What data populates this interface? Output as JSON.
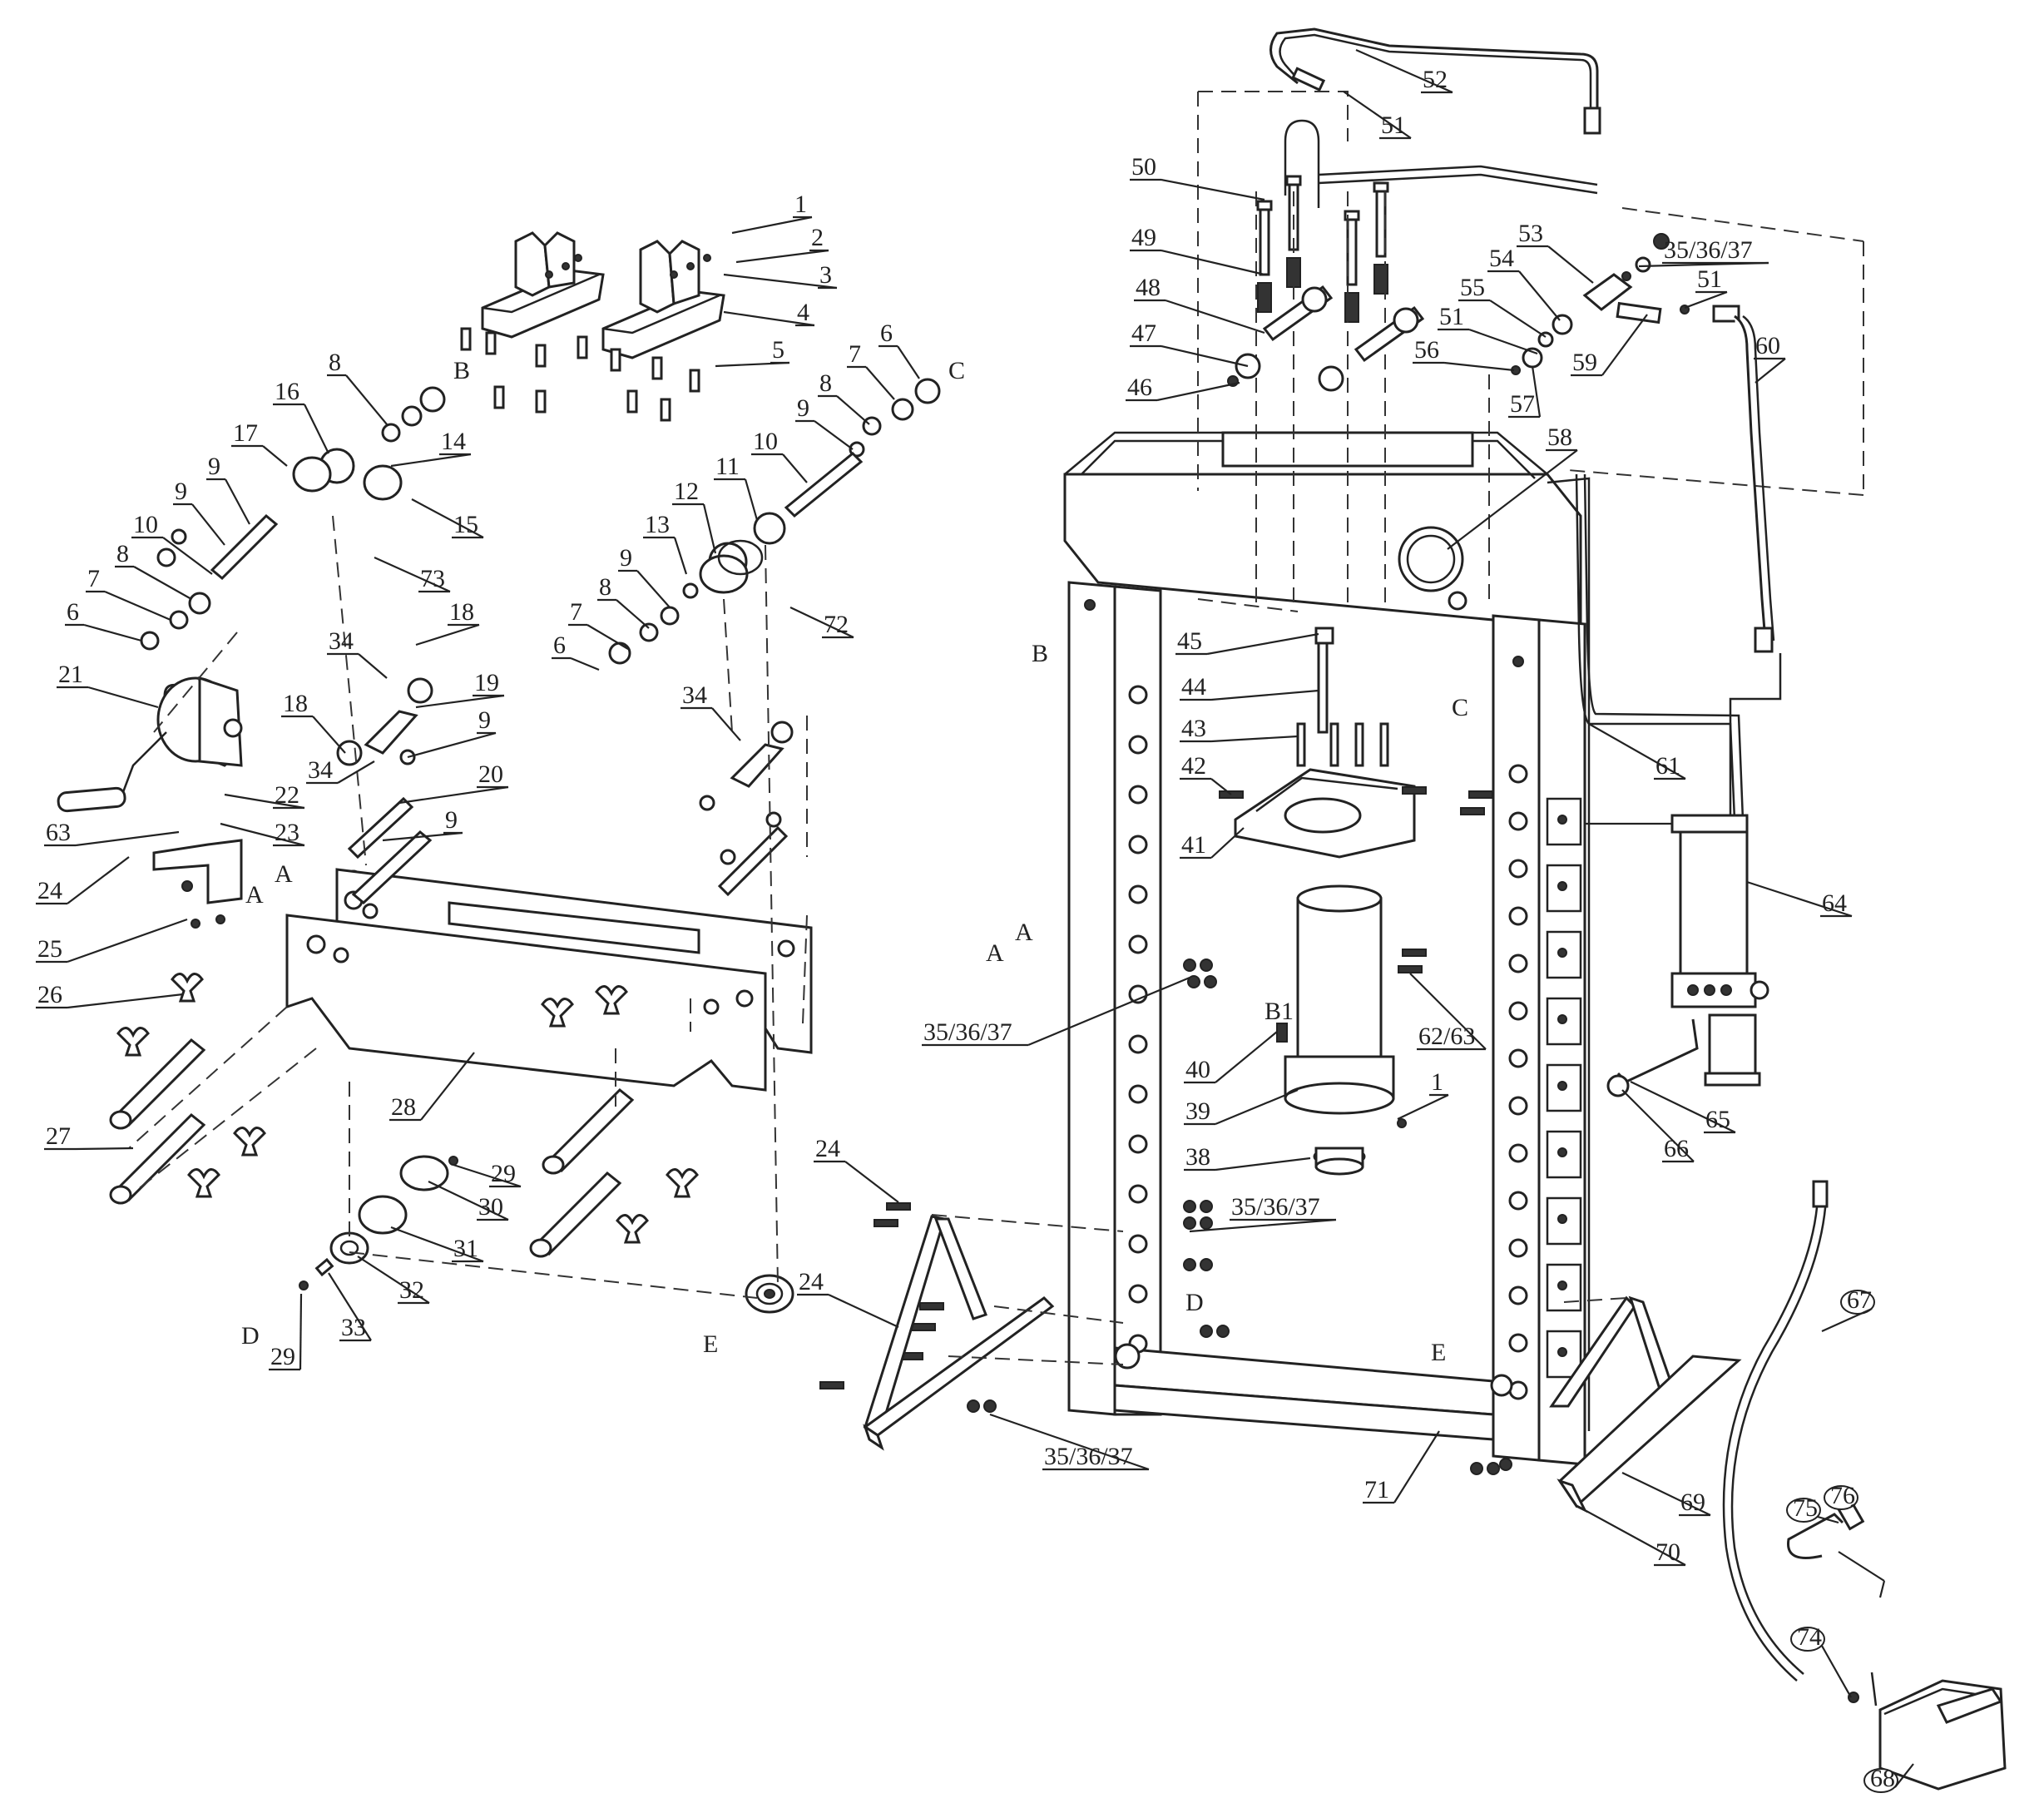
{
  "diagram": {
    "labels": [
      {
        "id": "1a",
        "text": "1"
      },
      {
        "id": "2",
        "text": "2"
      },
      {
        "id": "3",
        "text": "3"
      },
      {
        "id": "4",
        "text": "4"
      },
      {
        "id": "5",
        "text": "5"
      },
      {
        "id": "6a",
        "text": "6"
      },
      {
        "id": "Ca",
        "text": "C"
      },
      {
        "id": "7a",
        "text": "7"
      },
      {
        "id": "8a",
        "text": "8"
      },
      {
        "id": "9a",
        "text": "9"
      },
      {
        "id": "10a",
        "text": "10"
      },
      {
        "id": "11",
        "text": "11"
      },
      {
        "id": "12",
        "text": "12"
      },
      {
        "id": "13",
        "text": "13"
      },
      {
        "id": "9b",
        "text": "9"
      },
      {
        "id": "8b",
        "text": "8"
      },
      {
        "id": "7b",
        "text": "7"
      },
      {
        "id": "6b",
        "text": "6"
      },
      {
        "id": "72",
        "text": "72"
      },
      {
        "id": "34a",
        "text": "34"
      },
      {
        "id": "8c",
        "text": "8"
      },
      {
        "id": "Ba",
        "text": "B"
      },
      {
        "id": "16",
        "text": "16"
      },
      {
        "id": "17",
        "text": "17"
      },
      {
        "id": "14",
        "text": "14"
      },
      {
        "id": "15",
        "text": "15"
      },
      {
        "id": "9c",
        "text": "9"
      },
      {
        "id": "9d",
        "text": "9"
      },
      {
        "id": "10b",
        "text": "10"
      },
      {
        "id": "8d",
        "text": "8"
      },
      {
        "id": "7c",
        "text": "7"
      },
      {
        "id": "6c",
        "text": "6"
      },
      {
        "id": "73",
        "text": "73"
      },
      {
        "id": "21",
        "text": "21"
      },
      {
        "id": "34b",
        "text": "34"
      },
      {
        "id": "18a",
        "text": "18"
      },
      {
        "id": "19",
        "text": "19"
      },
      {
        "id": "18b",
        "text": "18"
      },
      {
        "id": "34c",
        "text": "34"
      },
      {
        "id": "9e",
        "text": "9"
      },
      {
        "id": "20",
        "text": "20"
      },
      {
        "id": "9f",
        "text": "9"
      },
      {
        "id": "22",
        "text": "22"
      },
      {
        "id": "23",
        "text": "23"
      },
      {
        "id": "63",
        "text": "63"
      },
      {
        "id": "Aa",
        "text": "A"
      },
      {
        "id": "Ab",
        "text": "A"
      },
      {
        "id": "24a",
        "text": "24"
      },
      {
        "id": "25",
        "text": "25"
      },
      {
        "id": "26",
        "text": "26"
      },
      {
        "id": "27",
        "text": "27"
      },
      {
        "id": "28",
        "text": "28"
      },
      {
        "id": "29a",
        "text": "29"
      },
      {
        "id": "30",
        "text": "30"
      },
      {
        "id": "31",
        "text": "31"
      },
      {
        "id": "32",
        "text": "32"
      },
      {
        "id": "33",
        "text": "33"
      },
      {
        "id": "Da",
        "text": "D"
      },
      {
        "id": "29b",
        "text": "29"
      },
      {
        "id": "Ea",
        "text": "E"
      },
      {
        "id": "24b",
        "text": "24"
      },
      {
        "id": "24c",
        "text": "24"
      },
      {
        "id": "35a",
        "text": "35/36/37"
      },
      {
        "id": "35b",
        "text": "35/36/37"
      },
      {
        "id": "35c",
        "text": "35/36/37"
      },
      {
        "id": "35d",
        "text": "35/36/37"
      },
      {
        "id": "52",
        "text": "52"
      },
      {
        "id": "51a",
        "text": "51"
      },
      {
        "id": "50",
        "text": "50"
      },
      {
        "id": "49",
        "text": "49"
      },
      {
        "id": "48",
        "text": "48"
      },
      {
        "id": "47",
        "text": "47"
      },
      {
        "id": "46",
        "text": "46"
      },
      {
        "id": "53",
        "text": "53"
      },
      {
        "id": "54",
        "text": "54"
      },
      {
        "id": "55",
        "text": "55"
      },
      {
        "id": "51b",
        "text": "51"
      },
      {
        "id": "56",
        "text": "56"
      },
      {
        "id": "57",
        "text": "57"
      },
      {
        "id": "51c",
        "text": "51"
      },
      {
        "id": "59",
        "text": "59"
      },
      {
        "id": "60",
        "text": "60"
      },
      {
        "id": "58",
        "text": "58"
      },
      {
        "id": "Bb",
        "text": "B"
      },
      {
        "id": "Cb",
        "text": "C"
      },
      {
        "id": "45",
        "text": "45"
      },
      {
        "id": "44",
        "text": "44"
      },
      {
        "id": "43",
        "text": "43"
      },
      {
        "id": "42",
        "text": "42"
      },
      {
        "id": "41",
        "text": "41"
      },
      {
        "id": "61",
        "text": "61"
      },
      {
        "id": "64",
        "text": "64"
      },
      {
        "id": "Ac",
        "text": "A"
      },
      {
        "id": "Ad",
        "text": "A"
      },
      {
        "id": "B1",
        "text": "B1"
      },
      {
        "id": "40",
        "text": "40"
      },
      {
        "id": "39",
        "text": "39"
      },
      {
        "id": "1b",
        "text": "1"
      },
      {
        "id": "38",
        "text": "38"
      },
      {
        "id": "6263",
        "text": "62/63"
      },
      {
        "id": "65",
        "text": "65"
      },
      {
        "id": "66",
        "text": "66"
      },
      {
        "id": "Db",
        "text": "D"
      },
      {
        "id": "Eb",
        "text": "E"
      },
      {
        "id": "71",
        "text": "71"
      },
      {
        "id": "69",
        "text": "69"
      },
      {
        "id": "70",
        "text": "70"
      },
      {
        "id": "67",
        "text": "67"
      },
      {
        "id": "75",
        "text": "75"
      },
      {
        "id": "76",
        "text": "76"
      },
      {
        "id": "74",
        "text": "74"
      },
      {
        "id": "68",
        "text": "68"
      }
    ]
  }
}
